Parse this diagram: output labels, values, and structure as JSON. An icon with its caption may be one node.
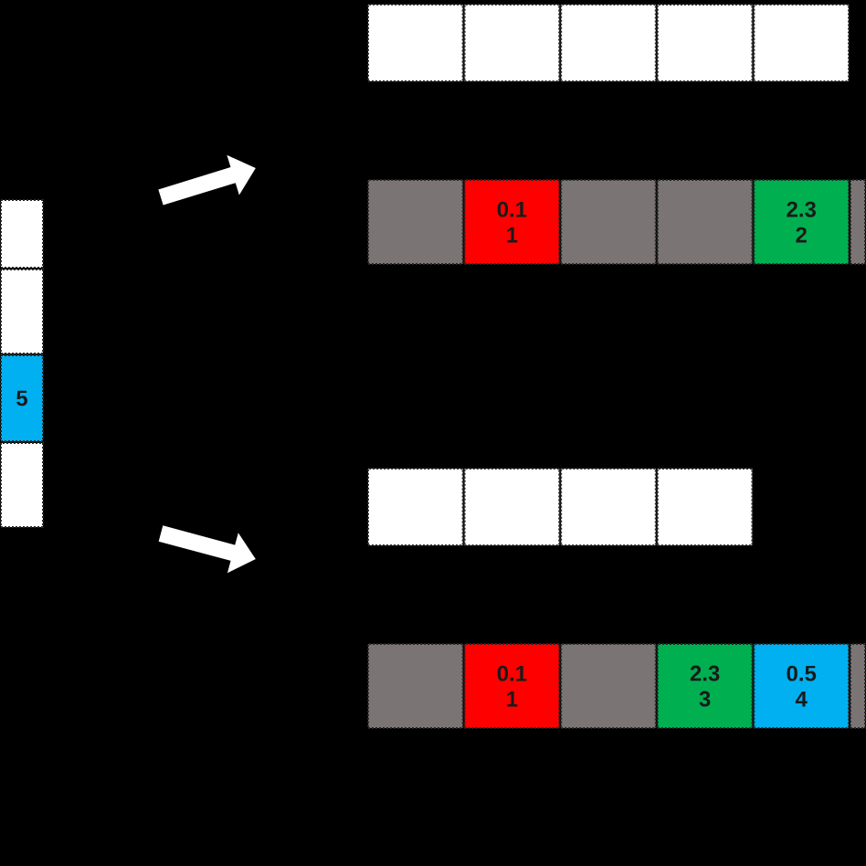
{
  "diagram": {
    "nodes": [
      {
        "text": [],
        "shape": "box"
      },
      {
        "text": [],
        "shape": "box"
      },
      {
        "text": [
          "5"
        ]
      },
      {
        "text": [],
        "shape": "box"
      },
      {
        "text": [],
        "shape": "box"
      },
      {
        "text": [],
        "shape": "box"
      },
      {
        "text": [],
        "shape": "box"
      },
      {
        "text": [],
        "shape": "box"
      },
      {
        "text": [],
        "shape": "box"
      },
      {
        "text": [],
        "shape": "box"
      },
      {
        "text": [
          "0.1 1"
        ]
      },
      {
        "text": [],
        "shape": "box"
      },
      {
        "text": [],
        "shape": "box"
      },
      {
        "text": [
          "2.3 2"
        ]
      },
      {
        "text": [],
        "shape": "box"
      },
      {
        "text": [],
        "shape": "box"
      },
      {
        "text": [],
        "shape": "box"
      },
      {
        "text": [],
        "shape": "box"
      },
      {
        "text": [],
        "shape": "box"
      },
      {
        "text": [],
        "shape": "box"
      },
      {
        "text": [
          "0.1 1"
        ]
      },
      {
        "text": [],
        "shape": "box"
      },
      {
        "text": [
          "2.3 3"
        ]
      },
      {
        "text": [
          "0.5 4"
        ]
      },
      {
        "text": [],
        "shape": "box"
      }
    ]
  }
}
